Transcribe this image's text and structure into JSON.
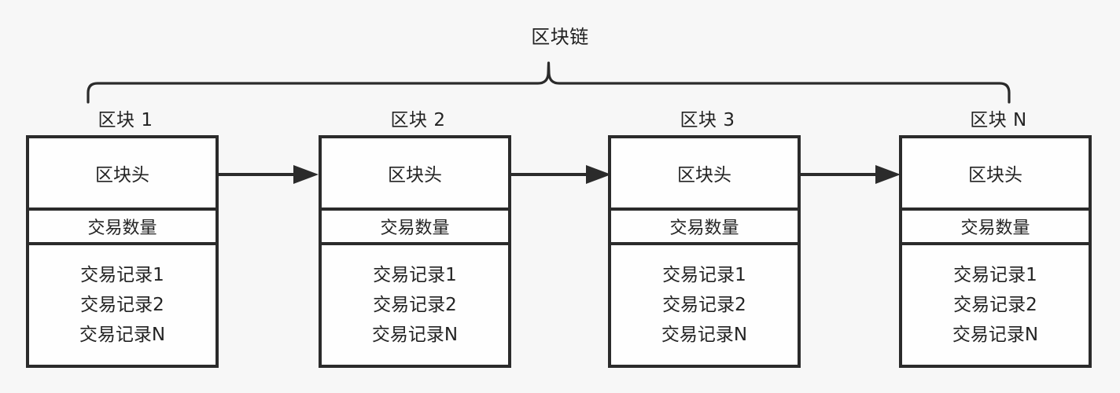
{
  "diagram": {
    "title": "区块链",
    "background_color": "#f7f7f7",
    "stroke_color": "#2b2b2b",
    "text_color": "#232323",
    "block_fill": "#fefefe",
    "brace": {
      "name": "chain-brace",
      "orientation": "down-pointing-top-brace",
      "spans_blocks": 4
    },
    "blocks": [
      {
        "label": "区块 1",
        "header": "区块头",
        "tx_count_label": "交易数量",
        "transactions": [
          "交易记录1",
          "交易记录2",
          "交易记录N"
        ]
      },
      {
        "label": "区块 2",
        "header": "区块头",
        "tx_count_label": "交易数量",
        "transactions": [
          "交易记录1",
          "交易记录2",
          "交易记录N"
        ]
      },
      {
        "label": "区块 3",
        "header": "区块头",
        "tx_count_label": "交易数量",
        "transactions": [
          "交易记录1",
          "交易记录2",
          "交易记录N"
        ]
      },
      {
        "label": "区块 N",
        "header": "区块头",
        "tx_count_label": "交易数量",
        "transactions": [
          "交易记录1",
          "交易记录2",
          "交易记录N"
        ]
      }
    ],
    "arrows": [
      {
        "from": "区块 1",
        "to": "区块 2"
      },
      {
        "from": "区块 2",
        "to": "区块 3"
      },
      {
        "from": "区块 3",
        "to": "区块 N"
      }
    ]
  }
}
